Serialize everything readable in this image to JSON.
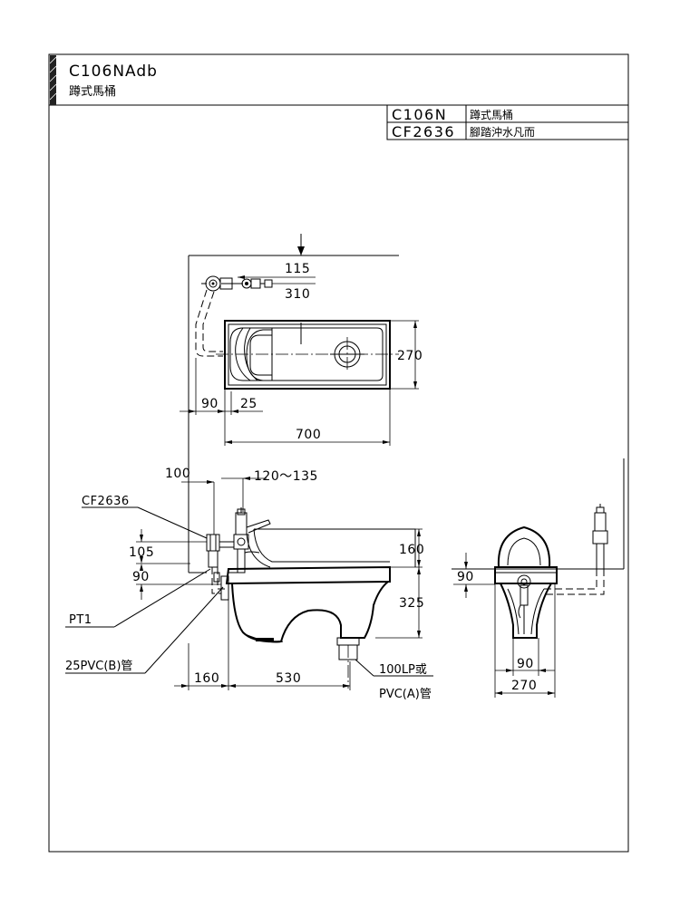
{
  "title": {
    "model": "C106NAdb",
    "name": "蹲式馬桶"
  },
  "parts_table": [
    {
      "code": "C106N",
      "desc": "蹲式馬桶"
    },
    {
      "code": "CF2636",
      "desc": "腳踏沖水凡而"
    }
  ],
  "top_view": {
    "dims": {
      "d115": "115",
      "d310": "310",
      "d270": "270",
      "d90": "90",
      "d25": "25",
      "d700": "700"
    }
  },
  "side_view": {
    "dims": {
      "d100": "100",
      "d120_135": "120～135",
      "d105": "105",
      "d90": "90",
      "d160_right": "160",
      "d325": "325",
      "d160_bottom": "160",
      "d530": "530"
    },
    "labels": {
      "valve": "CF2636",
      "pt1": "PT1",
      "pvc_b": "25PVC(B)管",
      "lp_line1": "100LP或",
      "lp_line2": "PVC(A)管"
    }
  },
  "front_view": {
    "dims": {
      "d90_left": "90",
      "d90_bottom": "90",
      "d270": "270"
    }
  }
}
